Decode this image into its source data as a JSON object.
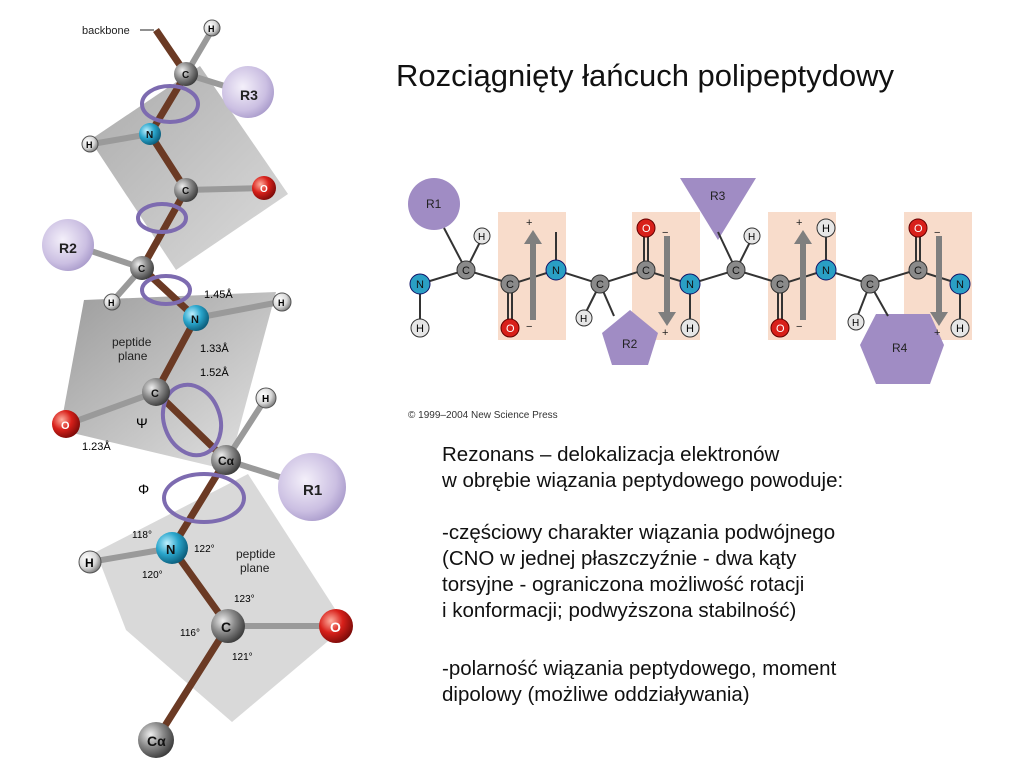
{
  "title": "Rozciągnięty łańcuch polipeptydowy",
  "left_figure": {
    "backbone_label": "backbone",
    "peptide_plane_label": "peptide\nplane",
    "bond_lengths": [
      "1.45Å",
      "1.33Å",
      "1.52Å",
      "1.23Å"
    ],
    "torsion_psi": "Ψ",
    "torsion_phi": "Φ",
    "angles": [
      "118°",
      "122°",
      "120°",
      "123°",
      "116°",
      "121°"
    ],
    "atoms": {
      "H": "H",
      "C": "C",
      "N": "N",
      "O": "O",
      "Ca": "Cα",
      "R1": "R1",
      "R2": "R2",
      "R3": "R3"
    }
  },
  "right_figure": {
    "side_chains": [
      "R1",
      "R2",
      "R3",
      "R4"
    ],
    "atoms": {
      "N": "N",
      "C": "C",
      "O": "O",
      "H": "H"
    },
    "charges": {
      "plus": "+",
      "minus": "−"
    },
    "copyright": "© 1999–2004 New Science Press"
  },
  "text": {
    "para1_line1": "Rezonans – delokalizacja elektronów",
    "para1_line2": "w obrębie wiązania peptydowego powoduje:",
    "para2_line1": "-częściowy charakter wiązania podwójnego",
    "para2_line2": "(CNO w jednej płaszczyźnie - dwa kąty",
    "para2_line3": "torsyjne - ograniczona możliwość rotacji",
    "para2_line4": "i konformacji; podwyższona stabilność)",
    "para3_line1": "-polarność wiązania peptydowego, moment",
    "para3_line2": "dipolowy (możliwe oddziaływania)"
  },
  "colors": {
    "nitrogen": "#2a9fc4",
    "oxygen": "#d8201a",
    "carbon": "#7a7a7a",
    "hydrogen": "#e6e6e6",
    "side_chain": "#a08cc4",
    "plane": "#bdbdbd",
    "bond": "#6b3a24",
    "resonance_box": "#f8dccb",
    "arrow": "#7d6bb0"
  }
}
